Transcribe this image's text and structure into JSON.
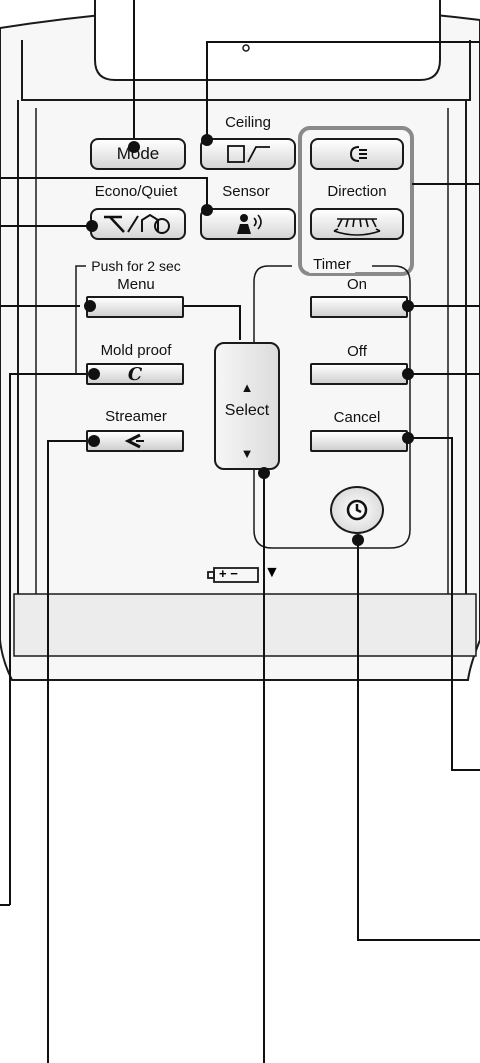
{
  "buttons": {
    "mode": "Mode",
    "ceiling": "Ceiling",
    "sensor": "Sensor",
    "direction": "Direction",
    "econo_quiet": "Econo/Quiet",
    "push_hint": "Push for 2 sec",
    "menu": "Menu",
    "mold_proof": "Mold proof",
    "streamer": "Streamer",
    "select": "Select",
    "timer": "Timer",
    "on": "On",
    "off": "Off",
    "cancel": "Cancel"
  },
  "icons": {
    "select_up": "▲",
    "select_down": "▼",
    "battery_arrow": "▼",
    "battery_plus_minus": "+ −",
    "mold_proof_glyph": "C"
  },
  "colors": {
    "outline": "#1a1a1a",
    "body_fill": "#f7f7f7",
    "lower_band": "#ececec",
    "highlight_box": "#8a8a8a"
  }
}
